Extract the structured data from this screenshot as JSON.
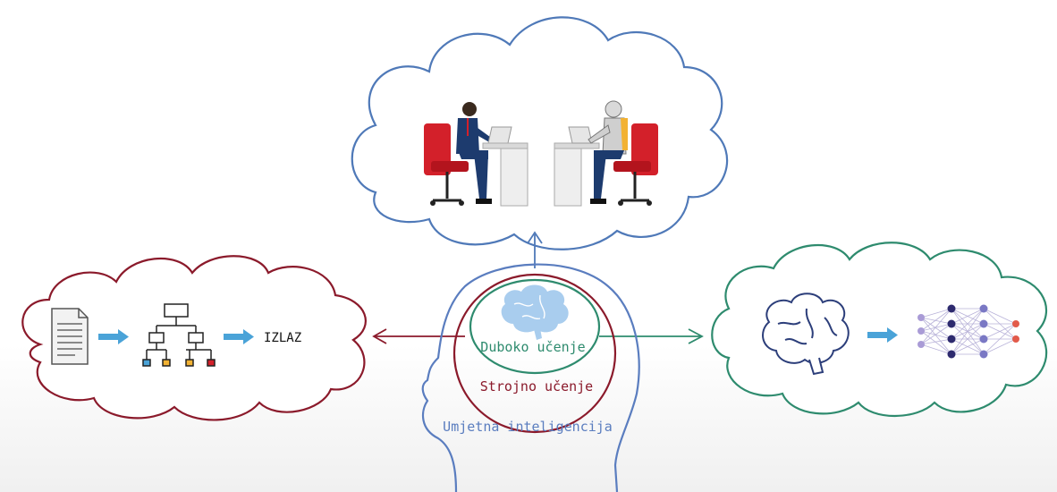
{
  "labels": {
    "output": "IZLAZ",
    "deep_learning": "Duboko učenje",
    "machine_learning": "Strojno učenje",
    "artificial_intelligence": "Umjetna inteligencija"
  },
  "colors": {
    "deep_learning": "#2e8b6e",
    "machine_learning": "#8b1a2b",
    "artificial_intelligence": "#5a7dbf",
    "arrow_blue": "#4aa3d8",
    "chair_red": "#d3202a"
  },
  "icons": [
    "document-icon",
    "flowchart-icon",
    "human-at-laptop-icon",
    "robot-at-laptop-icon",
    "brain-icon",
    "neural-network-icon"
  ]
}
